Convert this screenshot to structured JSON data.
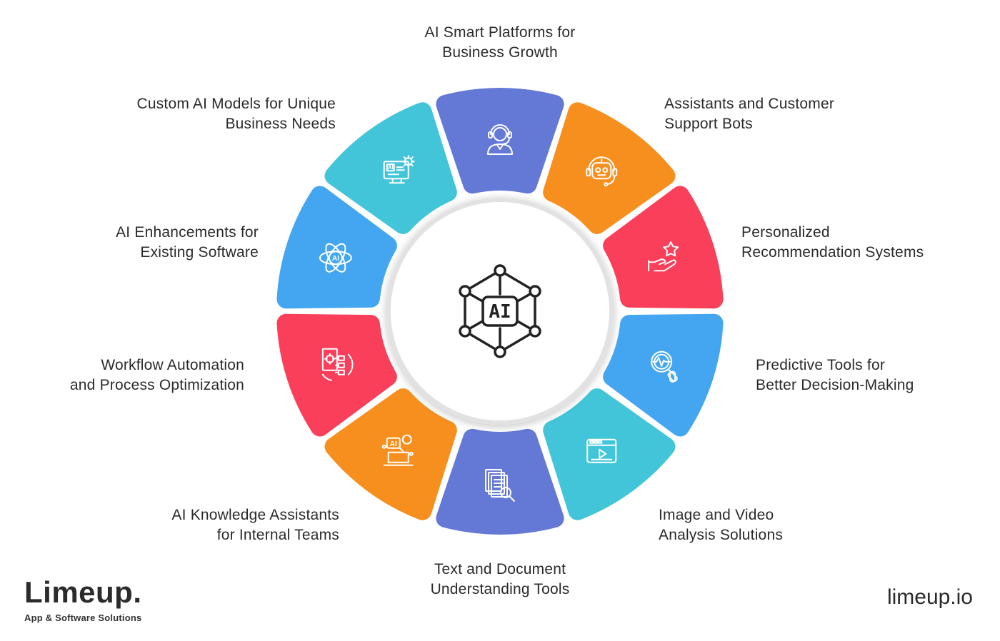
{
  "center_icon": "ai-network-icon",
  "center_icon_text": "AI",
  "segments": [
    {
      "id": "ai-smart-platforms",
      "lines": [
        "AI Smart Platforms for",
        "Business Growth"
      ],
      "color": "#6479d6",
      "icon": "headset-agent-icon"
    },
    {
      "id": "assistants-support-bots",
      "lines": [
        "Assistants and Customer",
        "Support Bots"
      ],
      "color": "#f78f1e",
      "icon": "robot-headset-icon"
    },
    {
      "id": "personalized-recommendation",
      "lines": [
        "Personalized",
        "Recommendation Systems"
      ],
      "color": "#fa3f5a",
      "icon": "hand-star-icon"
    },
    {
      "id": "predictive-tools",
      "lines": [
        "Predictive Tools for",
        "Better Decision-Making"
      ],
      "color": "#44a6f1",
      "icon": "magnifier-pulse-icon"
    },
    {
      "id": "image-video-analysis",
      "lines": [
        "Image and Video",
        "Analysis Solutions"
      ],
      "color": "#42c5d9",
      "icon": "video-player-icon"
    },
    {
      "id": "text-document-tools",
      "lines": [
        "Text and Document",
        "Understanding Tools"
      ],
      "color": "#6479d6",
      "icon": "document-search-icon"
    },
    {
      "id": "ai-knowledge-assistants",
      "lines": [
        "AI Knowledge Assistants",
        "for Internal Teams"
      ],
      "color": "#f78f1e",
      "icon": "ai-chat-laptop-icon"
    },
    {
      "id": "workflow-automation",
      "lines": [
        "Workflow Automation",
        "and Process Optimization"
      ],
      "color": "#fa3f5a",
      "icon": "workflow-gear-icon"
    },
    {
      "id": "ai-enhancements",
      "lines": [
        "AI Enhancements for",
        "Existing Software"
      ],
      "color": "#44a6f1",
      "icon": "ai-atom-icon"
    },
    {
      "id": "custom-ai-models",
      "lines": [
        "Custom AI Models for Unique",
        "Business Needs"
      ],
      "color": "#42c5d9",
      "icon": "ai-monitor-gear-icon"
    }
  ],
  "brand": {
    "name": "Limeup.",
    "tagline": "App & Software Solutions",
    "website": "limeup.io"
  }
}
